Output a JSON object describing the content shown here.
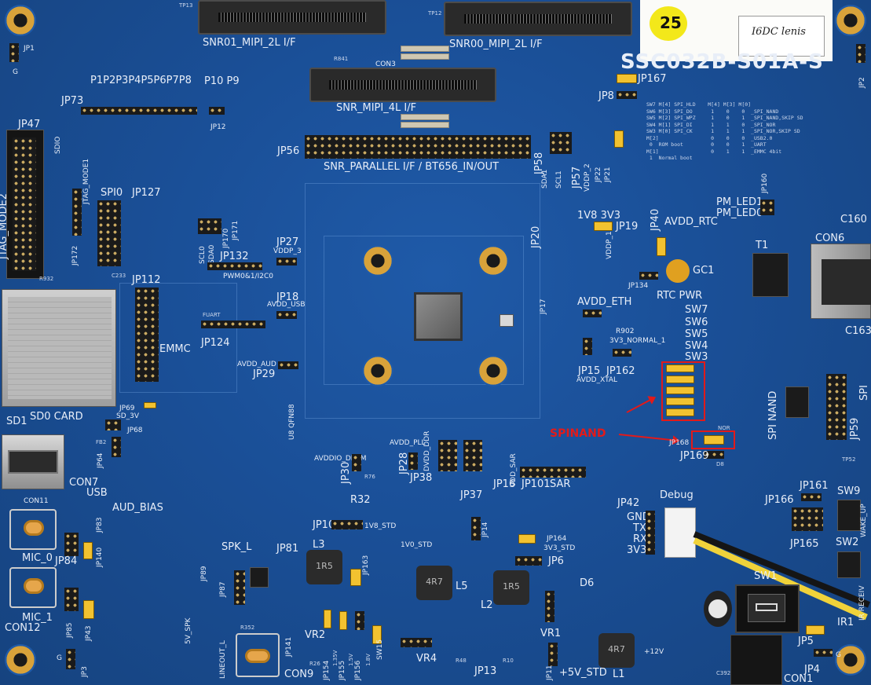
{
  "sticker_number": "25",
  "sticker_note": "I6DC lenis",
  "board_model": "SSC032B-S01A-S",
  "annotation": {
    "label": "SPINAND",
    "color": "#e21a1a"
  },
  "colors": {
    "pcb": "#1a4f97",
    "silkscreen": "#e8eef8",
    "jumper": "#f2c230",
    "highlight": "#e21a1a"
  },
  "connectors": {
    "snr01": "SNR01_MIPI_2L I/F",
    "snr00": "SNR00_MIPI_2L I/F",
    "snr_4l": "SNR_MIPI_4L I/F",
    "con3": "CON3",
    "parallel": "SNR_PARALLEL I/F / BT656_IN/OUT",
    "jp56": "JP56",
    "tp13": "TP13",
    "tp12": "TP12",
    "r841": "R841"
  },
  "left_labels": {
    "jp1": "JP1",
    "g": "G",
    "p_row": "P1P2P3P4P5P6P7P8",
    "p10p9": "P10 P9",
    "jp73": "JP73",
    "jp12": "JP12",
    "jp47": "JP47",
    "sdio": "SDIO",
    "jtag_mode2": "JTAG_MODE2",
    "jtag_mode1": "JTAG_MODE1",
    "spi0": "SPI0",
    "jp127": "JP127",
    "jp172": "JP172",
    "jp112": "JP112",
    "emmc": "EMMC",
    "sd1": "SD1",
    "sd0_card": "SD0 CARD",
    "jp69": "JP69",
    "jp68": "JP68",
    "sd_3v": "SD_3V",
    "fb2": "FB2",
    "jp64": "JP64",
    "con7": "CON7",
    "usb": "USB",
    "con11": "CON11",
    "aud_bias": "AUD_BIAS",
    "jp83": "JP83",
    "jp84": "JP84",
    "jp140": "JP140",
    "mic_0": "MIC_0",
    "mic_1": "MIC_1",
    "con12": "CON12",
    "jp85": "JP85",
    "jp43": "JP43",
    "jp3": "JP3",
    "g2": "G",
    "r932": "R932",
    "c233": "C233"
  },
  "center_labels": {
    "sclo": "SCL0",
    "sdao": "SDA0",
    "jp170": "JP170",
    "jp171": "JP171",
    "jp27": "JP27",
    "vddp_3": "VDDP_3",
    "jp132": "JP132",
    "pwm": "PWM0&1/I2C0",
    "uart1": "FUART",
    "jp124": "JP124",
    "jp18": "JP18",
    "avdd_usb": "AVDD_USB",
    "avdd_aud": "AVDD_AUD",
    "jp29": "JP29",
    "u8": "U8 QFN88",
    "jp20": "JP20",
    "jp17": "JP17",
    "avddio_dram": "AVDDIO_DRAM",
    "jp30": "JP30",
    "avdd_pll": "AVDD_PLL",
    "jp28": "JP28",
    "dvdd_ddr": "DVDD_DDR",
    "jp38": "JP38",
    "vdd_sar": "VDD_SAR",
    "jp16": "JP16",
    "jp101": "JP101",
    "sar": "SAR",
    "jp37": "JP37",
    "spk_l": "SPK_L",
    "jp81": "JP81",
    "jp87": "JP87",
    "jp89": "JP89",
    "spk_5v": "5V_SPK",
    "lineout_l": "LINEOUT_L",
    "con9": "CON9",
    "jp141": "JP141",
    "vr2": "VR2",
    "r352": "R352",
    "jp10": "JP10",
    "v1v8_std": "1V8_STD",
    "r32": "R32",
    "l3": "L3",
    "ind_1r5_a": "1R5",
    "jp163": "JP163",
    "jp154": "JP154",
    "jp155": "JP155",
    "jp156": "JP156",
    "sw15": "SW15",
    "vr4": "VR4",
    "v1v0_std": "1V0_STD",
    "l5": "L5",
    "ind_4r7_a": "4R7",
    "ind_1r5_b": "1R5",
    "l2": "L2",
    "jp14": "JP14",
    "jp164": "JP164",
    "v3v3_std": "3V3_STD",
    "jp6": "JP6",
    "jp13": "JP13",
    "vr1": "VR1",
    "d6": "D6",
    "plus5v_std": "+5V_STD",
    "l1": "L1",
    "ind_4r7_b": "4R7",
    "plus12v": "+12V",
    "jp11": "JP11",
    "r26": "R26",
    "r48": "R48",
    "r10": "R10",
    "r76": "R76",
    "v1v35": "1.35V",
    "v1v5": "1.5V",
    "v1v8": "1.8V"
  },
  "right_labels": {
    "jp167": "JP167",
    "jp8": "JP8",
    "jp58": "JP58",
    "jp57": "JP57",
    "sda1": "SDA1",
    "scl1": "SCL1",
    "vddp_2": "VDDP_2",
    "jp22": "JP22",
    "jp21": "JP21",
    "v1v8_3v3": "1V8 3V3",
    "jp19": "JP19",
    "vddp_1": "VDDP_1",
    "jp40": "JP40",
    "avdd_rtc": "AVDD_RTC",
    "gc1": "GC1",
    "jp134": "JP134",
    "rtc_pwr": "RTC PWR",
    "avdd_eth": "AVDD_ETH",
    "r902": "R902",
    "v3v3_normal": "3V3_NORMAL_1",
    "jp15": "JP15",
    "jp162": "JP162",
    "avdd_xtal": "AVDD_XTAL",
    "sw7": "SW7",
    "sw6": "SW6",
    "sw5": "SW5",
    "sw4": "SW4",
    "sw3": "SW3",
    "jp168": "JP168",
    "jp169": "JP169",
    "nor": "NOR",
    "pm_led1": "PM_LED1",
    "pm_led0": "PM_LED0",
    "jp160": "JP160",
    "t1": "T1",
    "con6": "CON6",
    "c160": "C160",
    "c163": "C163",
    "spi_nand": "SPI NAND",
    "spi": "SPI",
    "jp59": "JP59",
    "jp42": "JP42",
    "debug": "Debug",
    "gnd": "GND",
    "tx": "TX",
    "rx": "RX",
    "v3v3": "3V3",
    "jp161": "JP161",
    "sw9": "SW9",
    "jp166": "JP166",
    "jp165": "JP165",
    "sw2": "SW2",
    "wake_up": "WAKE_UP",
    "sw1": "SW1",
    "ir1": "IR1",
    "ir_receiv": "IR RECEIV",
    "jp5": "JP5",
    "jp4": "JP4",
    "con1": "CON1",
    "g3": "G",
    "jp2": "JP2",
    "d8": "D8",
    "tp52": "TP52",
    "c392": "C392"
  },
  "boot_table": [
    "SW7 M[4] SPI_HLD    M[4] M[3] M[0]",
    "SW6 M[3] SPI_DO      1    0    0  _SPI_NAND",
    "SW5 M[2] SPI_WPZ     1    0    1  _SPI_NAND,SKIP SD",
    "SW4 M[1] SPI_DI      1    1    0  _SPI_NOR",
    "SW3 M[0] SPI_CK      1    1    1  _SPI_NOR,SKIP SD",
    "M[2]                 0    0    0  _USB2.0",
    " 0  ROM boot         0    0    1  _UART",
    "M[1]                 0    1    1  _EMMC 4bit",
    " 1  Normal boot"
  ]
}
